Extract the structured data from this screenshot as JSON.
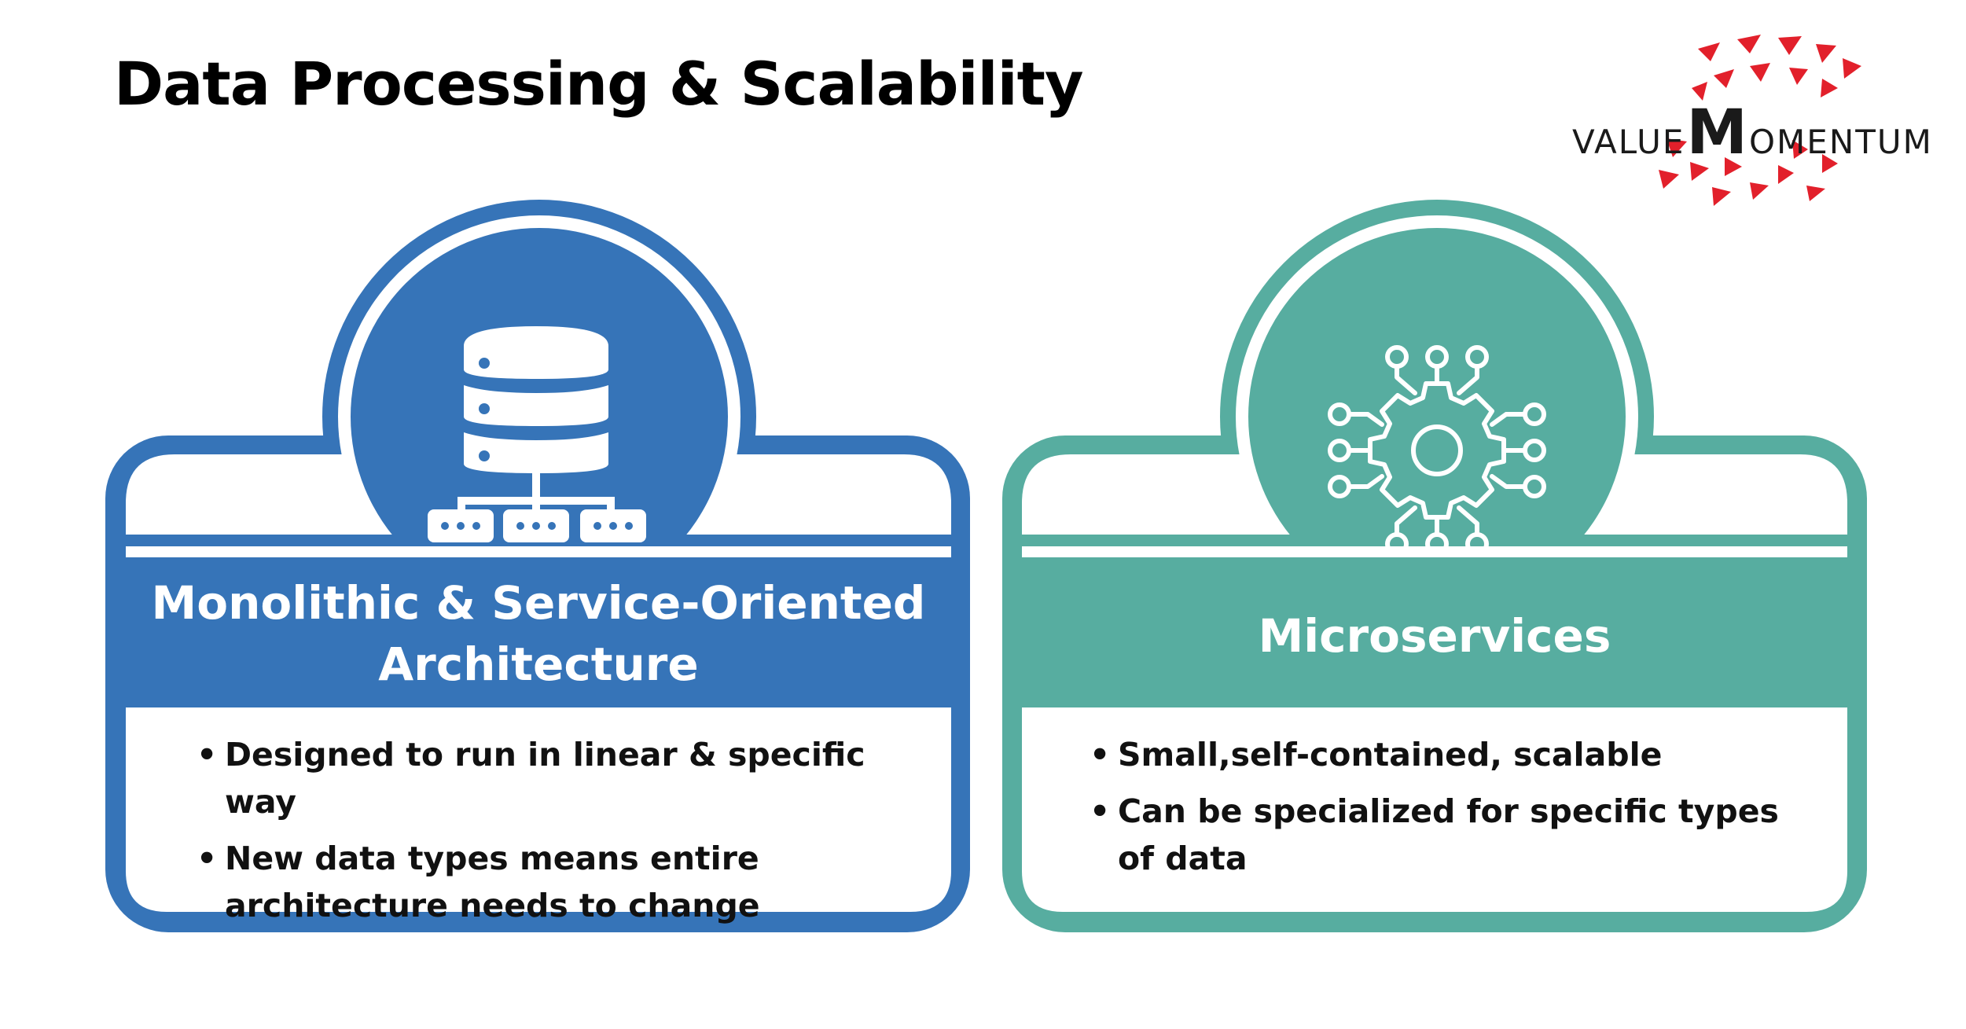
{
  "page": {
    "title": "Data Processing & Scalability"
  },
  "logo": {
    "part1": "VALUE",
    "part2": "M",
    "part3": "OMENTUM"
  },
  "colors": {
    "left_accent": "#3674B8",
    "right_accent": "#57ADA0",
    "logo_red": "#E2202B"
  },
  "cards": [
    {
      "icon": "database-server-icon",
      "heading_line1": "Monolithic & Service-Oriented",
      "heading_line2": "Architecture",
      "bullets": [
        "Designed to run in linear & specific way",
        "New data types means entire architecture needs to change"
      ]
    },
    {
      "icon": "gear-network-icon",
      "heading_line1": "Microservices",
      "bullets": [
        "Small,self-contained, scalable",
        "Can be specialized for specific types of data"
      ]
    }
  ]
}
